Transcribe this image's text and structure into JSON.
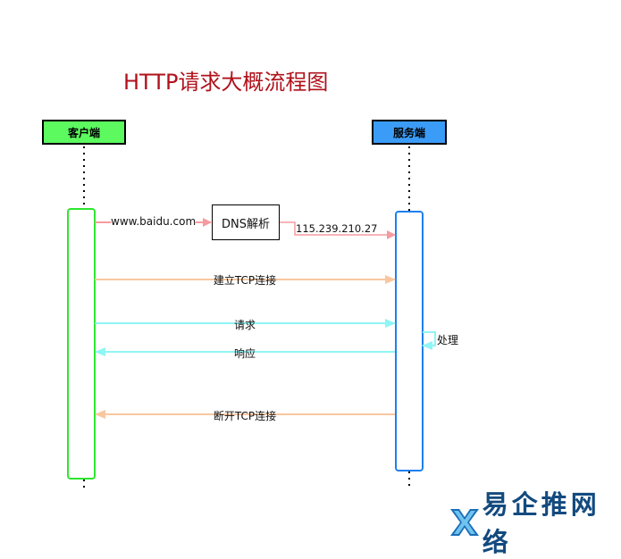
{
  "title": "HTTP请求大概流程图",
  "actors": {
    "client": "客户端",
    "server": "服务端"
  },
  "steps": {
    "url": "www.baidu.com",
    "dns": "DNS解析",
    "ip": "115.239.210.27",
    "connect": "建立TCP连接",
    "request": "请求",
    "process": "处理",
    "response": "响应",
    "disconnect": "断开TCP连接"
  },
  "colors": {
    "title": "#b0121b",
    "client_actor": "#5cf95f",
    "server_actor": "#3b9cf7",
    "client_activation": "#2ee62f",
    "server_activation": "#1f7ff0",
    "arrow_dns": "#f59a9f",
    "arrow_tcp": "#f9c79f",
    "arrow_http": "#8ff5f5"
  },
  "logo": {
    "text": "易企推网络",
    "icon": "logo-x-icon"
  }
}
